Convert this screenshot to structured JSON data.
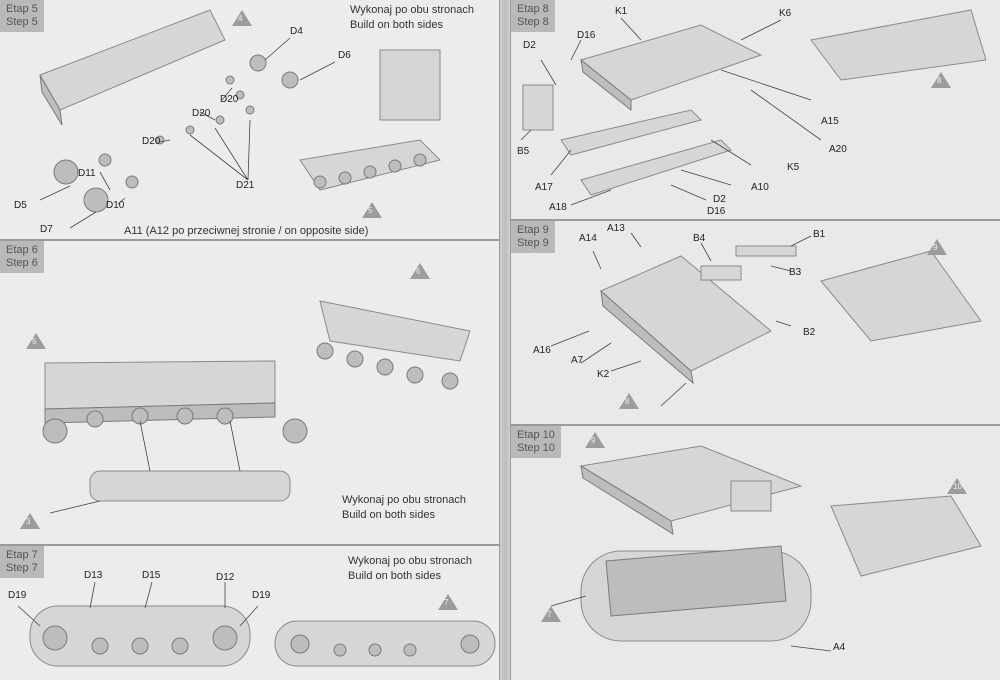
{
  "steps": {
    "s5": {
      "pl": "Etap 5",
      "en": "Step 5",
      "note1": "Wykonaj po obu stronach",
      "note2": "Build on both sides",
      "footer": "A11 (A12 po przeciwnej stronie / on opposite side)",
      "tri1": "4",
      "tri2": "5",
      "labels": [
        "D4",
        "D6",
        "D20",
        "D20",
        "D20",
        "D21",
        "D11",
        "D5",
        "D7",
        "D10"
      ]
    },
    "s6": {
      "pl": "Etap 6",
      "en": "Step 6",
      "note1": "Wykonaj po obu stronach",
      "note2": "Build on both sides",
      "tri1": "6",
      "tri2": "5",
      "tri3": "3"
    },
    "s7": {
      "pl": "Etap 7",
      "en": "Step 7",
      "note1": "Wykonaj po obu stronach",
      "note2": "Build on both sides",
      "tri1": "7",
      "labels": [
        "D13",
        "D15",
        "D12",
        "D19",
        "D19"
      ]
    },
    "s8": {
      "pl": "Etap 8",
      "en": "Step 8",
      "tri1": "8",
      "labels": [
        "K1",
        "K6",
        "D2",
        "D16",
        "B5",
        "A15",
        "A20",
        "K5",
        "A17",
        "A10",
        "A18",
        "D2",
        "D16"
      ]
    },
    "s9": {
      "pl": "Etap 9",
      "en": "Step 9",
      "tri1": "9",
      "tri2": "8",
      "labels": [
        "A13",
        "A14",
        "B4",
        "B1",
        "B3",
        "B2",
        "A16",
        "A7",
        "K2"
      ]
    },
    "s10": {
      "pl": "Etap 10",
      "en": "Step 10",
      "tri1": "9",
      "tri2": "10",
      "tri3": "7",
      "labels": [
        "A4"
      ]
    }
  }
}
